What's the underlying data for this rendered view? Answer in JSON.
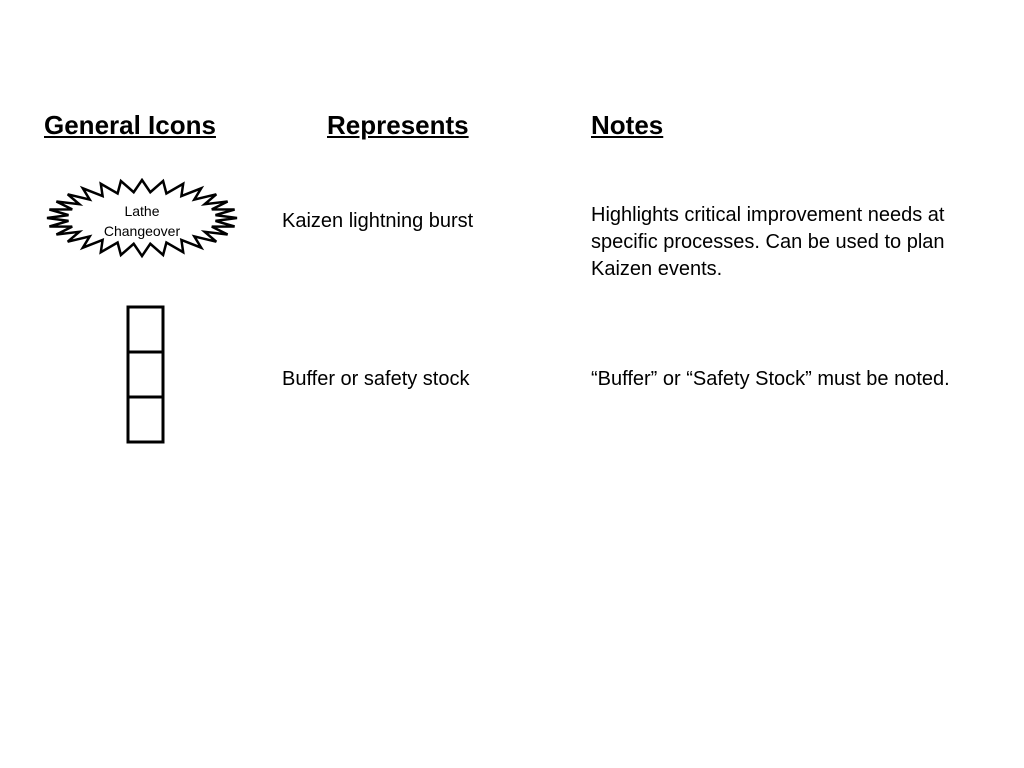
{
  "headers": {
    "icons": "General Icons",
    "represents": "Represents",
    "notes": "Notes"
  },
  "rows": [
    {
      "icon": "kaizen-burst-icon",
      "icon_label": [
        "Lathe",
        "Changeover"
      ],
      "represents": "Kaizen lightning burst",
      "notes": "Highlights critical improvement needs at specific processes. Can be used to plan Kaizen events."
    },
    {
      "icon": "buffer-stock-icon",
      "represents": "Buffer or safety stock",
      "notes": "“Buffer” or “Safety Stock” must be noted."
    }
  ]
}
